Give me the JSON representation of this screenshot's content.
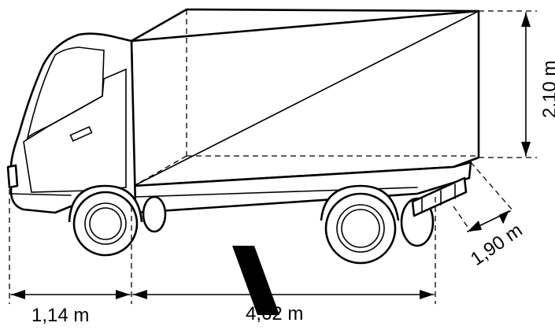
{
  "dimensions": {
    "height": "2,10 m",
    "depth": "1,90 m",
    "cab_length": "1,14 m",
    "box_length": "4,62 m"
  },
  "watermark_color": "#000000"
}
